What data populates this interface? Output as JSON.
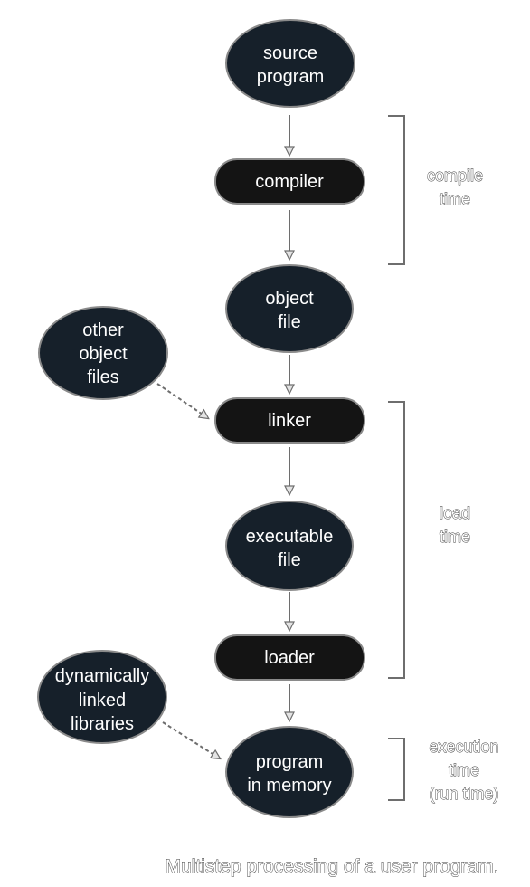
{
  "nodes": {
    "source_program": {
      "line1": "source",
      "line2": "program"
    },
    "compiler": {
      "label": "compiler"
    },
    "object_file": {
      "line1": "object",
      "line2": "file"
    },
    "other_object_files": {
      "line1": "other",
      "line2": "object",
      "line3": "files"
    },
    "linker": {
      "label": "linker"
    },
    "executable_file": {
      "line1": "executable",
      "line2": "file"
    },
    "loader": {
      "label": "loader"
    },
    "dynamically_linked_libraries": {
      "line1": "dynamically",
      "line2": "linked",
      "line3": "libraries"
    },
    "program_in_memory": {
      "line1": "program",
      "line2": "in memory"
    }
  },
  "phases": {
    "compile_time": {
      "line1": "compile",
      "line2": "time"
    },
    "load_time": {
      "line1": "load",
      "line2": "time"
    },
    "execution_time": {
      "line1": "execution",
      "line2": "time",
      "line3": "(run time)"
    }
  },
  "caption": "Multistep processing of a user program.",
  "colors": {
    "node_fill": "#16202a",
    "box_fill": "#141414",
    "outline": "#8a8a8a",
    "arrow": "#6e6e6e",
    "arrowhead_fill": "#e4e4e4"
  }
}
